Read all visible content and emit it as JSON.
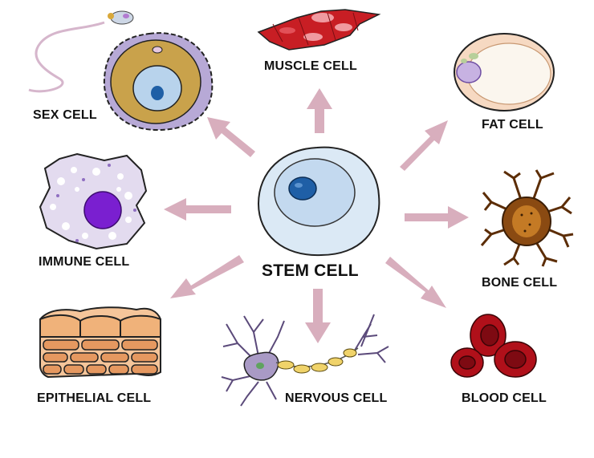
{
  "diagram": {
    "center": {
      "label": "STEM CELL"
    },
    "cells": [
      {
        "id": "muscle",
        "label": "MUSCLE CELL"
      },
      {
        "id": "sex",
        "label": "SEX CELL"
      },
      {
        "id": "fat",
        "label": "FAT CELL"
      },
      {
        "id": "immune",
        "label": "IMMUNE CELL"
      },
      {
        "id": "bone",
        "label": "BONE CELL"
      },
      {
        "id": "epithelial",
        "label": "EPITHELIAL CELL"
      },
      {
        "id": "nervous",
        "label": "NERVOUS CELL"
      },
      {
        "id": "blood",
        "label": "BLOOD CELL"
      }
    ],
    "colors": {
      "arrow": "#d8aebd",
      "stem_cytoplasm": "#dbe9f5",
      "stem_nucleus": "#1f5fa6",
      "muscle": "#c81e24",
      "fat": "#f6d9c2",
      "immune_nucleus": "#7a1fd0",
      "bone": "#8a4a12",
      "epithelial": "#f0b27a",
      "nervous": "#a99ac5",
      "blood": "#b0101a",
      "sex_cell": "#c9a24b"
    }
  }
}
